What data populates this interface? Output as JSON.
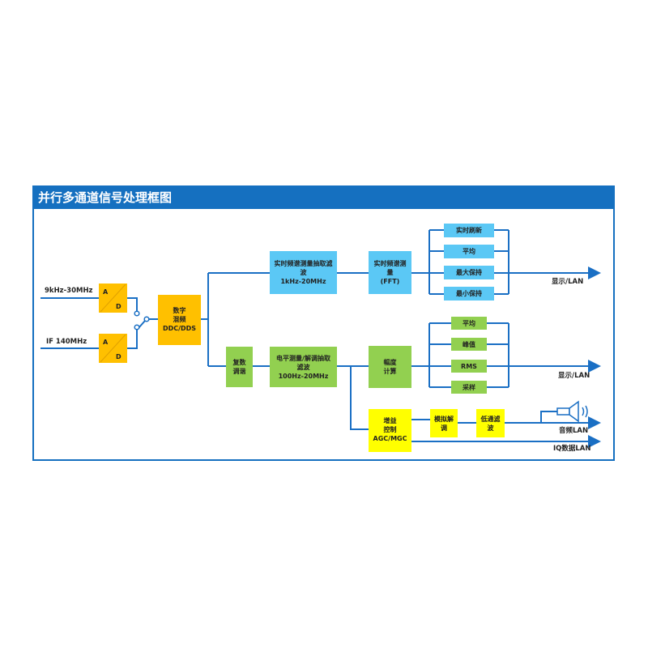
{
  "title": "并行多通道信号处理框图",
  "colors": {
    "header": "#1570c0",
    "line": "#1a6fc4",
    "orange": "#ffc000",
    "blue": "#5bc8f5",
    "green": "#92d050",
    "yellow": "#ffff00"
  },
  "inputs": [
    "9kHz-30MHz",
    "IF 140MHz"
  ],
  "adc": {
    "a": "A",
    "d": "D"
  },
  "ddc": [
    "数字",
    "混频",
    "DDC/DDS"
  ],
  "spectrum_filter": [
    "实时频谱测量抽取滤",
    "波",
    "1kHz-20MHz"
  ],
  "fft": [
    "实时频谱测",
    "量",
    "(FFT)"
  ],
  "spectrum_modes": [
    "实时刷新",
    "平均",
    "最大保持",
    "最小保持"
  ],
  "complex_tune": [
    "复数",
    "调谐"
  ],
  "level_filter": [
    "电平测量/解调抽取",
    "滤波",
    "100Hz-20MHz"
  ],
  "amplitude": [
    "幅度",
    "计算"
  ],
  "level_modes": [
    "平均",
    "峰值",
    "RMS",
    "采样"
  ],
  "gain": [
    "增益",
    "控制",
    "AGC/MGC"
  ],
  "demod": [
    "模拟解",
    "调"
  ],
  "lowpass": [
    "低通滤",
    "波"
  ],
  "outputs": {
    "display1": "显示/LAN",
    "display2": "显示/LAN",
    "audio": "音频LAN",
    "iq": "IQ数据LAN"
  }
}
